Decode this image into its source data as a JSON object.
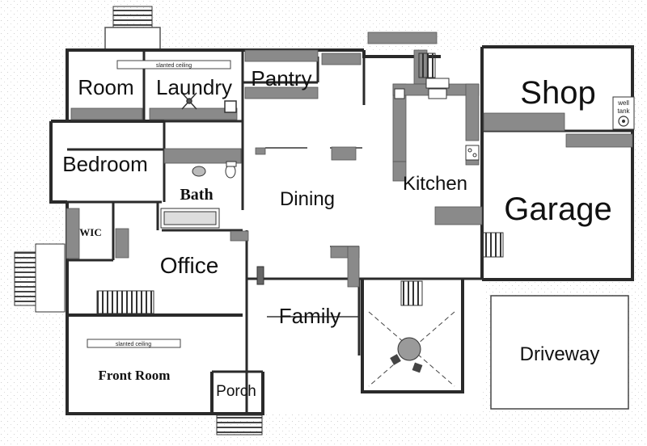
{
  "colors": {
    "wall": "#2a2a2a",
    "fixture": "#8a8a8a",
    "fixture_dark": "#555555",
    "grid": "#d6d6d6",
    "background": "#ffffff"
  },
  "rooms": {
    "room": "Room",
    "laundry": "Laundry",
    "pantry": "Pantry",
    "shop": "Shop",
    "bedroom": "Bedroom",
    "bath": "Bath",
    "dining": "Dining",
    "kitchen": "Kitchen",
    "garage": "Garage",
    "wic": "WIC",
    "office": "Office",
    "family": "Family",
    "front_room": "Front Room",
    "porch": "Porch",
    "driveway": "Driveway"
  },
  "notes": {
    "slanted_ceiling_top": "slanted ceiling",
    "slanted_ceiling_front": "slanted ceiling",
    "well_tank_line1": "well",
    "well_tank_line2": "tank"
  }
}
